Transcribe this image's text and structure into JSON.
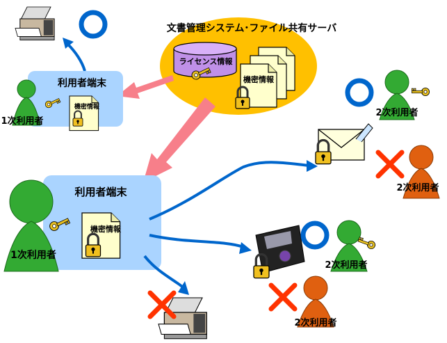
{
  "server": {
    "title": "文書管理システム･ファイル共有サーバ",
    "license_label": "ライセンス情報",
    "document_label": "機密情報"
  },
  "terminal_small": {
    "title": "利用者端末",
    "document_label": "機密情報",
    "user_label": "1次利用者"
  },
  "terminal_large": {
    "title": "利用者端末",
    "document_label": "機密情報",
    "user_label": "1次利用者"
  },
  "recipients": {
    "mail_allowed": "2次利用者",
    "mail_denied": "2次利用者",
    "media_allowed": "2次利用者",
    "media_denied": "2次利用者"
  },
  "colors": {
    "server_ellipse": "#ffc000",
    "terminal_box": "#aad4ff",
    "allowed_mark": "#0066cc",
    "denied_mark": "#ff3300",
    "transfer_arrow": "#f77f8a",
    "flow_arrow": "#0066cc",
    "primary_user": "#33aa33",
    "secondary_user_denied": "#e06010"
  },
  "icons": {
    "allowed": "circle-mark",
    "denied": "cross-mark",
    "primary_user": "person-icon",
    "key": "key-icon",
    "lock": "padlock-icon",
    "printer": "printer-icon",
    "mail": "envelope-icon",
    "media": "floppy-disk-icon",
    "database": "database-cylinder-icon"
  }
}
